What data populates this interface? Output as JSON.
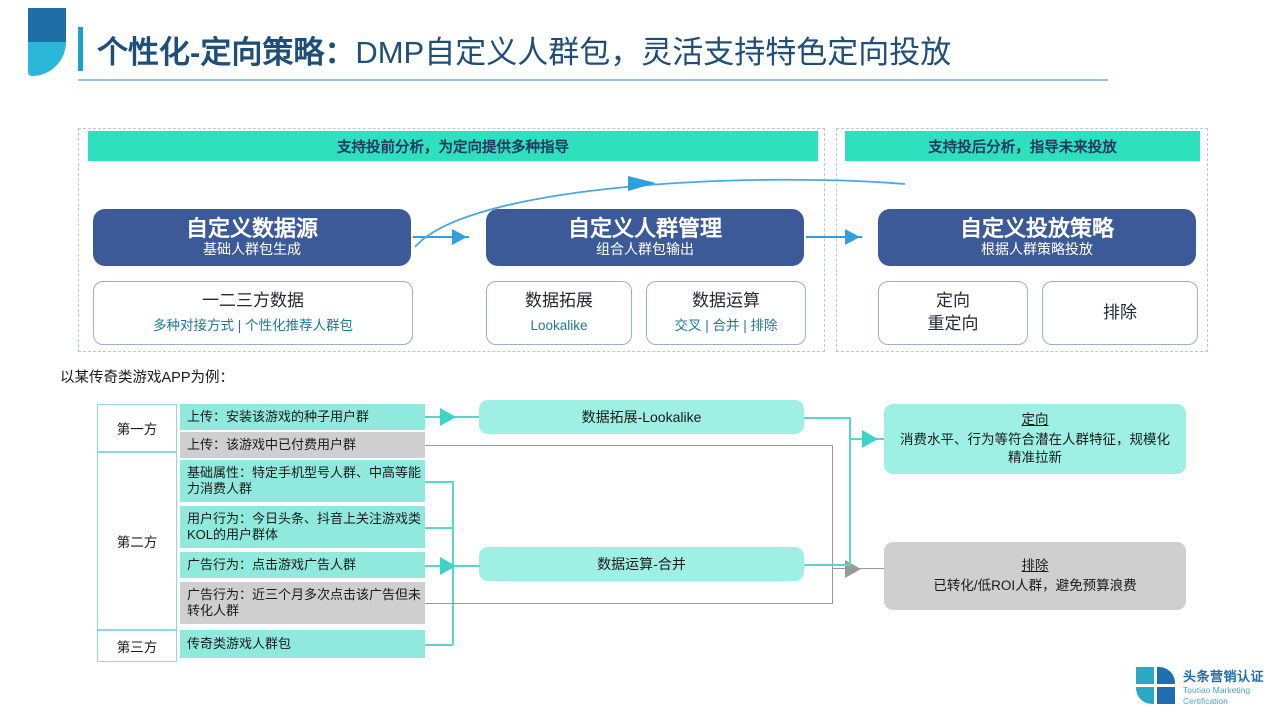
{
  "header": {
    "title_bold": "个性化-定向策略：",
    "title_rest": "DMP自定义人群包，灵活支持特色定向投放"
  },
  "top_section": {
    "banner_left": "支持投前分析，为定向提供多种指导",
    "banner_right": "支持投后分析，指导未来投放",
    "columns": [
      {
        "title": "自定义数据源",
        "subtitle": "基础人群包生成",
        "cards": [
          {
            "line1": "一二三方数据",
            "line2": "多种对接方式 | 个性化推荐人群包"
          }
        ]
      },
      {
        "title": "自定义人群管理",
        "subtitle": "组合人群包输出",
        "cards": [
          {
            "line1": "数据拓展",
            "line2": "Lookalike"
          },
          {
            "line1": "数据运算",
            "line2": "交叉 | 合并 | 排除"
          }
        ]
      },
      {
        "title": "自定义投放策略",
        "subtitle": "根据人群策略投放",
        "cards": [
          {
            "line1": "定向\n重定向",
            "line2": ""
          },
          {
            "line1": "排除",
            "line2": ""
          }
        ]
      }
    ]
  },
  "example": {
    "caption": "以某传奇类游戏APP为例：",
    "party_labels": [
      "第一方",
      "第二方",
      "第三方"
    ],
    "sources": [
      {
        "text": "上传：安装该游戏的种子用户群",
        "color": "teal"
      },
      {
        "text": "上传：该游戏中已付费用户群",
        "color": "gray"
      },
      {
        "text": "基础属性：特定手机型号人群、中高等能力消费人群",
        "color": "teal"
      },
      {
        "text": "用户行为：今日头条、抖音上关注游戏类KOL的用户群体",
        "color": "teal"
      },
      {
        "text": "广告行为：点击游戏广告人群",
        "color": "teal"
      },
      {
        "text": "广告行为：近三个月多次点击该广告但未转化人群",
        "color": "gray"
      },
      {
        "text": "传奇类游戏人群包",
        "color": "teal"
      }
    ],
    "process": [
      {
        "label": "数据拓展-Lookalike"
      },
      {
        "label": "数据运算-合并"
      }
    ],
    "results": [
      {
        "title": "定向",
        "desc": "消费水平、行为等符合潜在人群特征，规模化精准拉新",
        "color": "teal"
      },
      {
        "title": "排除",
        "desc": "已转化/低ROI人群，避免预算浪费",
        "color": "gray"
      }
    ]
  },
  "footer": {
    "brand_cn": "头条营销认证",
    "brand_en_line1": "Toutiao Marketing",
    "brand_en_line2": "Certification"
  },
  "colors": {
    "navy": "#3d5a98",
    "teal_banner": "#2ee0bd",
    "teal_row": "#8fe9dd",
    "teal_box": "#9ff0e4",
    "gray_row": "#cfcfcf",
    "title_blue": "#1f4e79"
  }
}
